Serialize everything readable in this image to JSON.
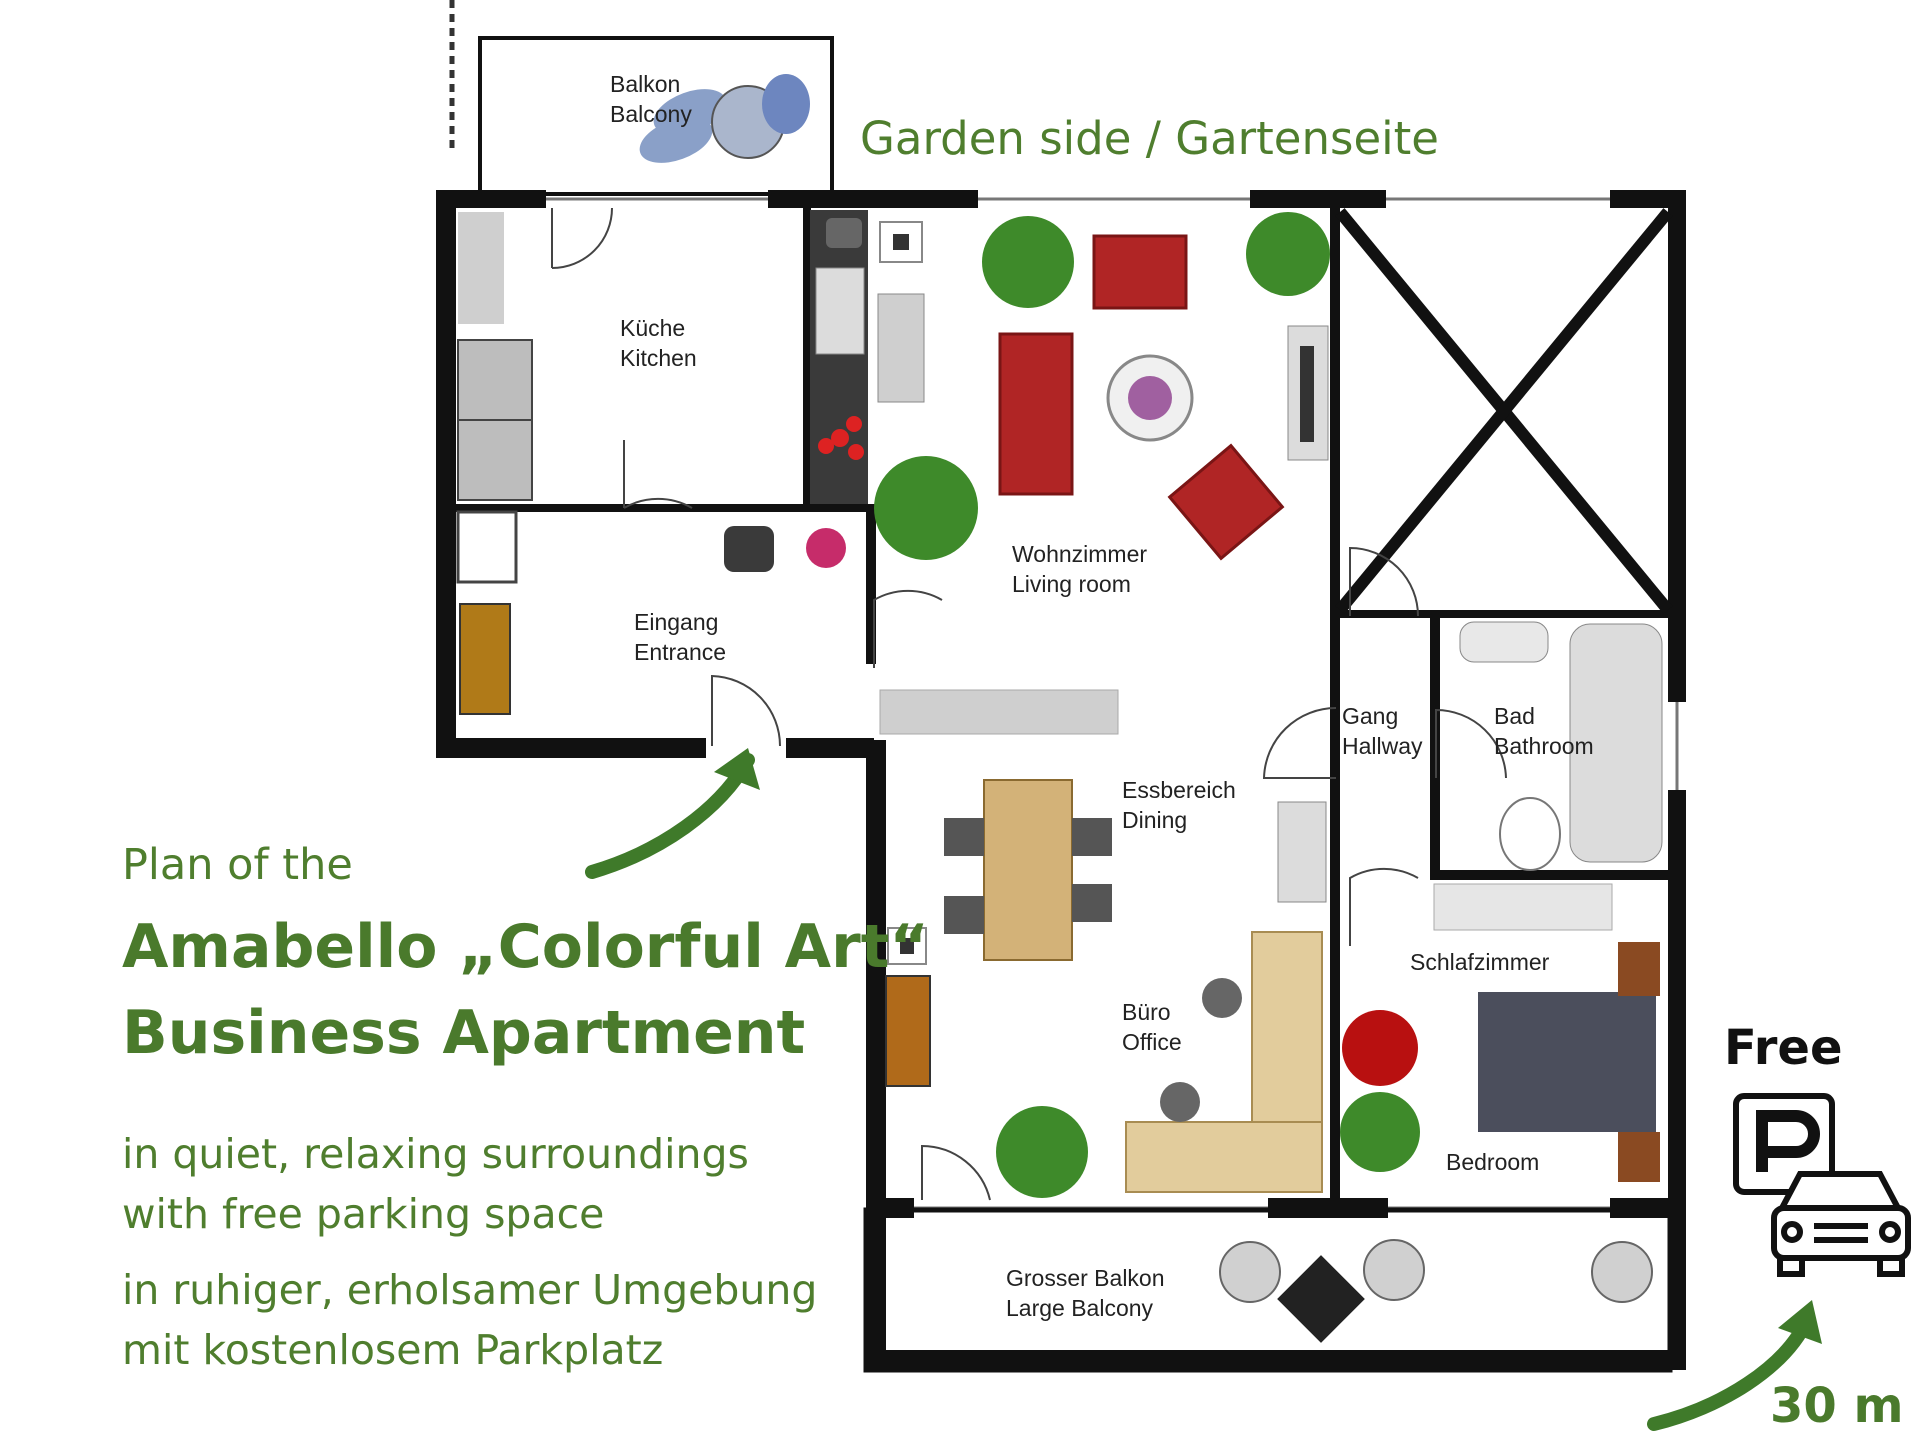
{
  "garden_side": "Garden side / Gartenseite",
  "title": {
    "line0": "Plan of the",
    "line1": "Amabello „Colorful Art“",
    "line2": "Business Apartment"
  },
  "taglines": [
    "in quiet, relaxing surroundings",
    "with free parking space",
    "in ruhiger, erholsamer Umgebung",
    "mit kostenlosem Parkplatz"
  ],
  "parking": {
    "free": "Free",
    "distance": "30 m",
    "icon": "parking-car-icon"
  },
  "rooms": {
    "balcony_small": [
      "Balkon",
      "Balcony"
    ],
    "kitchen": [
      "Küche",
      "Kitchen"
    ],
    "entrance": [
      "Eingang",
      "Entrance"
    ],
    "living": [
      "Wohnzimmer",
      "Living room"
    ],
    "dining": [
      "Essbereich",
      "Dining"
    ],
    "office": [
      "Büro",
      "Office"
    ],
    "hallway": [
      "Gang",
      "Hallway"
    ],
    "bathroom": [
      "Bad",
      "Bathroom"
    ],
    "bedroom_de": "Schlafzimmer",
    "bedroom_en": "Bedroom",
    "balcony_large": [
      "Grosser Balkon",
      "Large Balcony"
    ]
  },
  "colors": {
    "green": "#4a7a2c",
    "wall": "#111111",
    "furniture_red": "#b02525",
    "plant": "#3e8a2a",
    "wood": "#d9c08e"
  }
}
